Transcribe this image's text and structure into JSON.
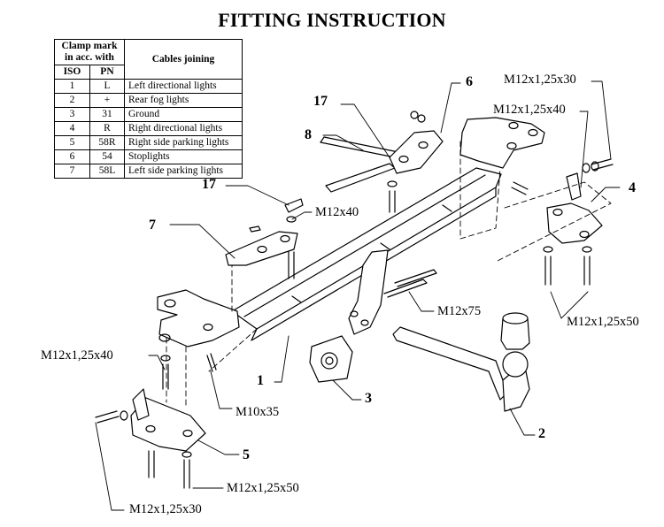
{
  "title": "FITTING INSTRUCTION",
  "table": {
    "head_clamp": "Clamp mark in acc. with",
    "head_cables": "Cables joining",
    "col_iso": "ISO",
    "col_pn": "PN",
    "rows": [
      {
        "iso": "1",
        "pn": "L",
        "cable": "Left directional lights"
      },
      {
        "iso": "2",
        "pn": "+",
        "cable": "Rear fog lights"
      },
      {
        "iso": "3",
        "pn": "31",
        "cable": "Ground"
      },
      {
        "iso": "4",
        "pn": "R",
        "cable": "Right directional lights"
      },
      {
        "iso": "5",
        "pn": "58R",
        "cable": "Right side parking lights"
      },
      {
        "iso": "6",
        "pn": "54",
        "cable": "Stoplights"
      },
      {
        "iso": "7",
        "pn": "58L",
        "cable": "Left side parking lights"
      }
    ]
  },
  "labels": {
    "bolt_top_right": "M12x1,25x30",
    "bolt_top_right_2": "M12x1,25x40",
    "bolt_m12x40": "M12x40",
    "bolt_m12x75": "M12x75",
    "bolt_right_bottom": "M12x1,25x50",
    "bolt_left_mid": "M12x1,25x40",
    "bolt_m10x35": "M10x35",
    "bolt_left_bottom_50": "M12x1,25x50",
    "bolt_left_bottom_30": "M12x1,25x30"
  },
  "part_numbers": {
    "p1": "1",
    "p2": "2",
    "p3": "3",
    "p4": "4",
    "p5": "5",
    "p6": "6",
    "p7": "7",
    "p8": "8",
    "p17a": "17",
    "p17b": "17"
  }
}
